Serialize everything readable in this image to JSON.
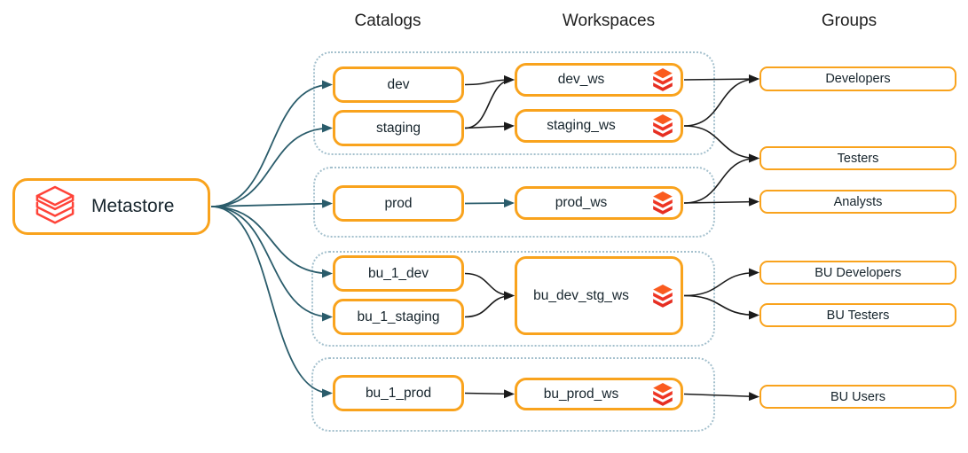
{
  "headers": {
    "catalogs": "Catalogs",
    "workspaces": "Workspaces",
    "groups": "Groups"
  },
  "metastore": {
    "label": "Metastore",
    "icon": "databricks-outline-icon"
  },
  "catalogs": {
    "dev": "dev",
    "staging": "staging",
    "prod": "prod",
    "bu_1_dev": "bu_1_dev",
    "bu_1_staging": "bu_1_staging",
    "bu_1_prod": "bu_1_prod"
  },
  "workspaces": {
    "dev_ws": "dev_ws",
    "staging_ws": "staging_ws",
    "prod_ws": "prod_ws",
    "bu_dev_stg_ws": "bu_dev_stg_ws",
    "bu_prod_ws": "bu_prod_ws"
  },
  "groups": {
    "developers": "Developers",
    "testers": "Testers",
    "analysts": "Analysts",
    "bu_developers": "BU Developers",
    "bu_testers": "BU Testers",
    "bu_users": "BU Users"
  },
  "workspace_icon": "databricks-logo-icon",
  "colors": {
    "box_border": "#f9a31d",
    "dotted_zone_border": "#a4c0cd",
    "teal_arrow": "#2a5c6b",
    "black_arrow": "#1b1b1b",
    "databricks_red": "#ee3524",
    "databricks_orange": "#fa5b1f",
    "text": "#16242c"
  },
  "edges": [
    {
      "from": "metastore",
      "to": "dev",
      "color": "teal"
    },
    {
      "from": "metastore",
      "to": "staging",
      "color": "teal"
    },
    {
      "from": "metastore",
      "to": "prod",
      "color": "teal"
    },
    {
      "from": "metastore",
      "to": "bu_1_dev",
      "color": "teal"
    },
    {
      "from": "metastore",
      "to": "bu_1_staging",
      "color": "teal"
    },
    {
      "from": "metastore",
      "to": "bu_1_prod",
      "color": "teal"
    },
    {
      "from": "dev",
      "to": "dev_ws",
      "color": "black"
    },
    {
      "from": "staging",
      "to": "dev_ws",
      "color": "black"
    },
    {
      "from": "staging",
      "to": "staging_ws",
      "color": "black"
    },
    {
      "from": "prod",
      "to": "prod_ws",
      "color": "teal"
    },
    {
      "from": "bu_1_dev",
      "to": "bu_dev_stg_ws",
      "color": "black"
    },
    {
      "from": "bu_1_staging",
      "to": "bu_dev_stg_ws",
      "color": "black"
    },
    {
      "from": "bu_1_prod",
      "to": "bu_prod_ws",
      "color": "black"
    },
    {
      "from": "dev_ws",
      "to": "developers",
      "color": "black"
    },
    {
      "from": "staging_ws",
      "to": "developers",
      "color": "black"
    },
    {
      "from": "staging_ws",
      "to": "testers",
      "color": "black"
    },
    {
      "from": "prod_ws",
      "to": "testers",
      "color": "black"
    },
    {
      "from": "prod_ws",
      "to": "analysts",
      "color": "black"
    },
    {
      "from": "bu_dev_stg_ws",
      "to": "bu_developers",
      "color": "black"
    },
    {
      "from": "bu_dev_stg_ws",
      "to": "bu_testers",
      "color": "black"
    },
    {
      "from": "bu_prod_ws",
      "to": "bu_users",
      "color": "black"
    }
  ]
}
